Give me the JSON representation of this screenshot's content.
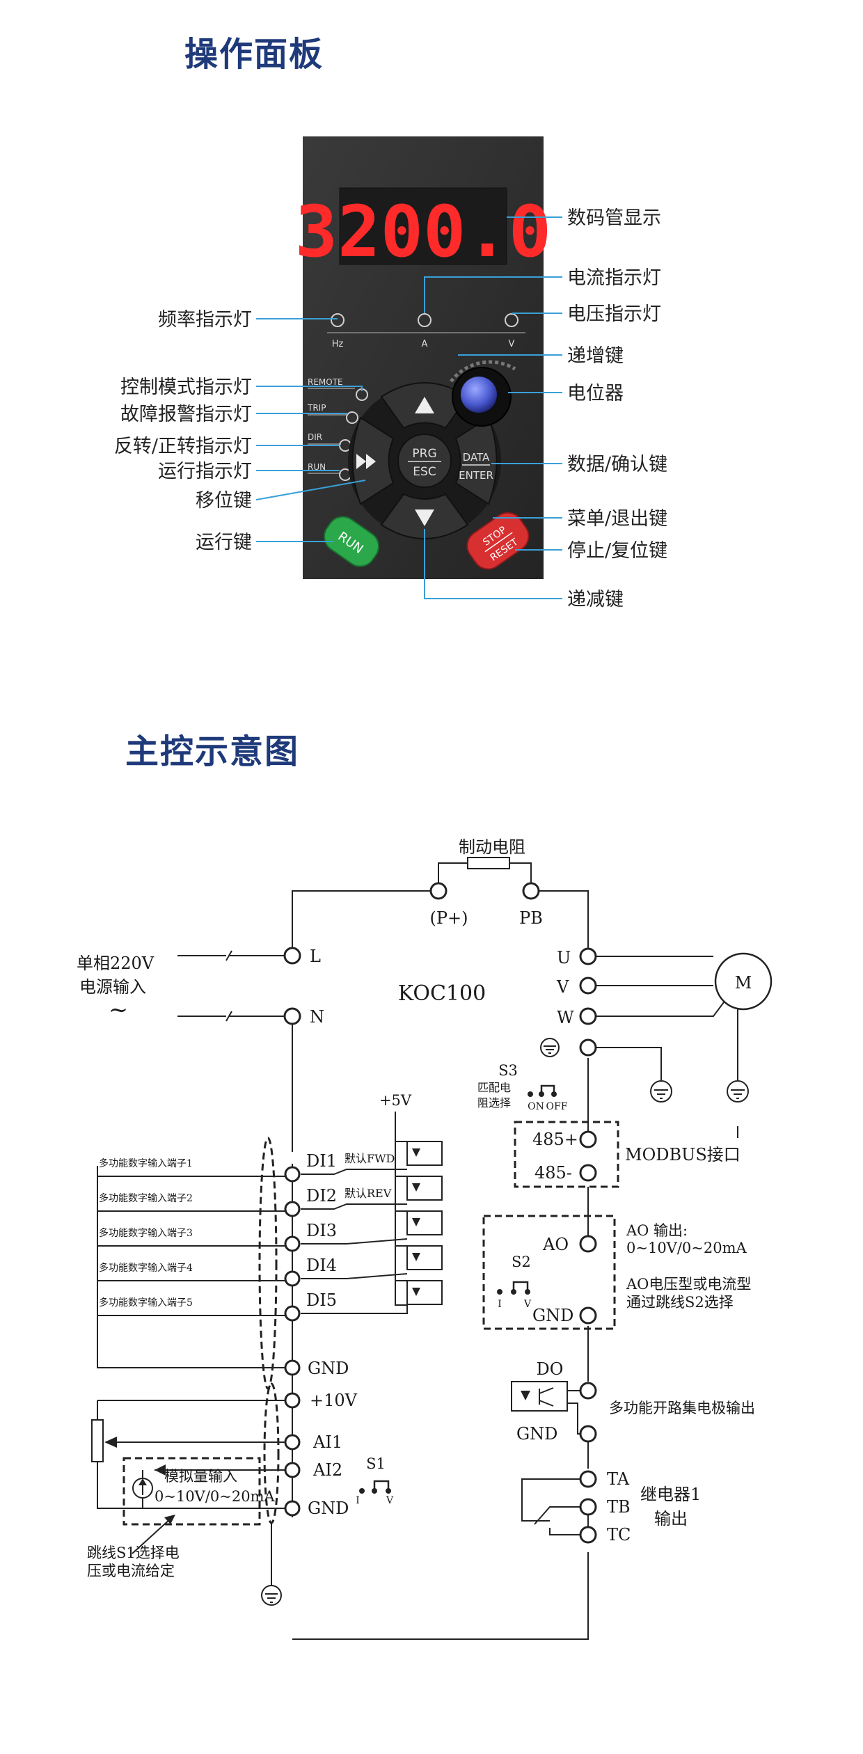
{
  "panel_section": {
    "title": "操作面板",
    "display_value": "3200.0",
    "panel_text": {
      "hz": "Hz",
      "a": "A",
      "v": "V",
      "remote": "REMOTE",
      "trip": "TRIP",
      "dir": "DIR",
      "run_led": "RUN",
      "prg": "PRG",
      "esc": "ESC",
      "data": "DATA",
      "enter": "ENTER",
      "run_key": "RUN",
      "stop": "STOP",
      "reset": "RESET"
    },
    "labels_left": {
      "freq_led": "频率指示灯",
      "ctrl_mode_led": "控制模式指示灯",
      "fault_led": "故障报警指示灯",
      "dir_led": "反转/正转指示灯",
      "run_led": "运行指示灯",
      "shift_key": "移位键",
      "run_key": "运行键"
    },
    "labels_right": {
      "display": "数码管显示",
      "current_led": "电流指示灯",
      "voltage_led": "电压指示灯",
      "up_key": "递增键",
      "potentiometer": "电位器",
      "data_key": "数据/确认键",
      "menu_key": "菜单/退出键",
      "stop_key": "停止/复位键",
      "down_key": "递减键"
    }
  },
  "wiring_section": {
    "title": "主控示意图",
    "model": "KOC100",
    "brake_resistor": "制动电阻",
    "p_plus": "(P+)",
    "pb": "PB",
    "supply_label_1": "单相220V",
    "supply_label_2": "电源输入",
    "supply_symbol": "~",
    "term_L": "L",
    "term_N": "N",
    "term_U": "U",
    "term_V": "V",
    "term_W": "W",
    "motor": "M",
    "s3": "S3",
    "s3_desc_1": "匹配电",
    "s3_desc_2": "阻选择",
    "on": "ON",
    "off": "OFF",
    "plus5v": "+5V",
    "di_terms": [
      "DI1",
      "DI2",
      "DI3",
      "DI4",
      "DI5"
    ],
    "di_inputs": [
      "多功能数字输入端子1",
      "多功能数字输入端子2",
      "多功能数字输入端子3",
      "多功能数字输入端子4",
      "多功能数字输入端子5"
    ],
    "default_fwd": "默认FWD",
    "default_rev": "默认REV",
    "gnd": "GND",
    "plus10v": "+10V",
    "ai1": "AI1",
    "ai2": "AI2",
    "s1": "S1",
    "s1_i": "I",
    "s1_v": "V",
    "analog_in_1": "模拟量输入",
    "analog_in_2": "0~10V/0~20mA",
    "jumper_s1_1": "跳线S1选择电",
    "jumper_s1_2": "压或电流给定",
    "rs485_plus": "485+",
    "rs485_minus": "485-",
    "modbus": "MODBUS接口",
    "ao": "AO",
    "ao_out_1": "AO 输出:",
    "ao_out_2": "0~10V/0~20mA",
    "ao_type_1": "AO电压型或电流型",
    "ao_type_2": "通过跳线S2选择",
    "s2": "S2",
    "s2_i": "I",
    "s2_v": "V",
    "do": "DO",
    "do_desc": "多功能开路集电极输出",
    "ta": "TA",
    "tb": "TB",
    "tc": "TC",
    "relay_1": "继电器1",
    "relay_2": "输出"
  }
}
